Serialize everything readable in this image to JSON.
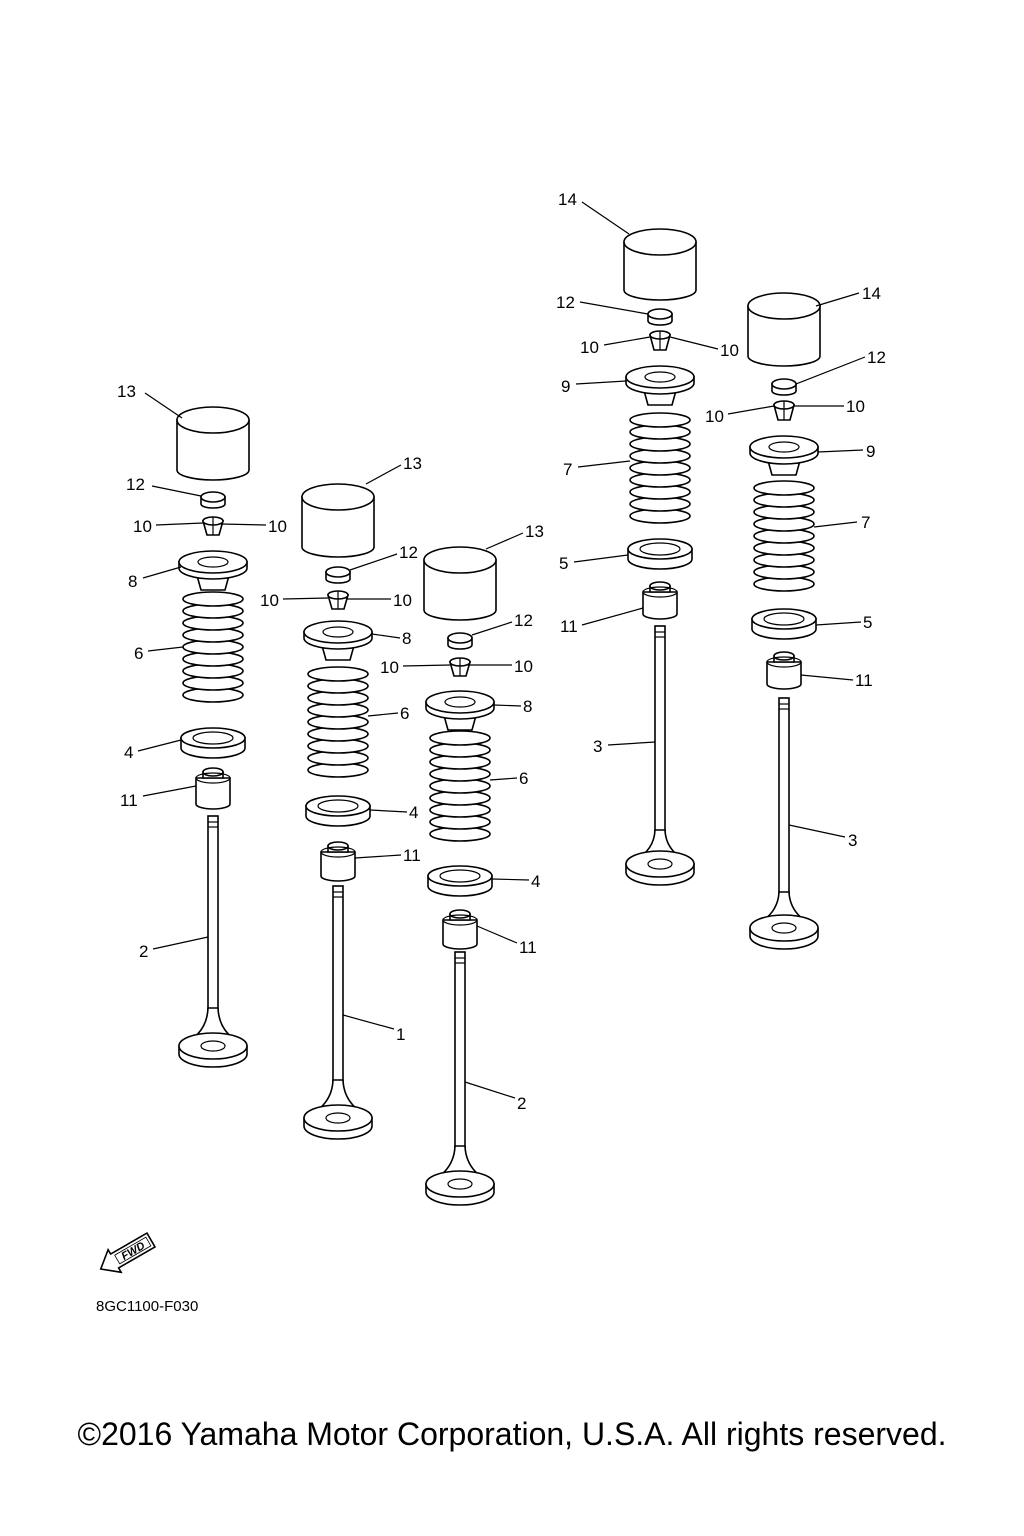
{
  "diagram_code": "8GC1100-F030",
  "fwd_label": "FWD",
  "copyright": "©2016 Yamaha Motor Corporation, U.S.A. All rights reserved.",
  "callouts": [
    "1",
    "2",
    "3",
    "4",
    "5",
    "6",
    "7",
    "8",
    "9",
    "10",
    "11",
    "12",
    "13",
    "14"
  ],
  "assemblies": [
    {
      "id": "intake-left",
      "callouts": [
        "13",
        "12",
        "10",
        "10",
        "8",
        "6",
        "4",
        "11",
        "2"
      ]
    },
    {
      "id": "intake-center",
      "callouts": [
        "13",
        "12",
        "10",
        "10",
        "8",
        "6",
        "4",
        "11",
        "1"
      ]
    },
    {
      "id": "intake-right",
      "callouts": [
        "13",
        "12",
        "10",
        "10",
        "8",
        "6",
        "4",
        "11",
        "2"
      ]
    },
    {
      "id": "exhaust-left",
      "callouts": [
        "14",
        "12",
        "10",
        "10",
        "9",
        "7",
        "5",
        "11",
        "3"
      ]
    },
    {
      "id": "exhaust-right",
      "callouts": [
        "14",
        "12",
        "10",
        "10",
        "9",
        "7",
        "5",
        "11",
        "3"
      ]
    }
  ]
}
